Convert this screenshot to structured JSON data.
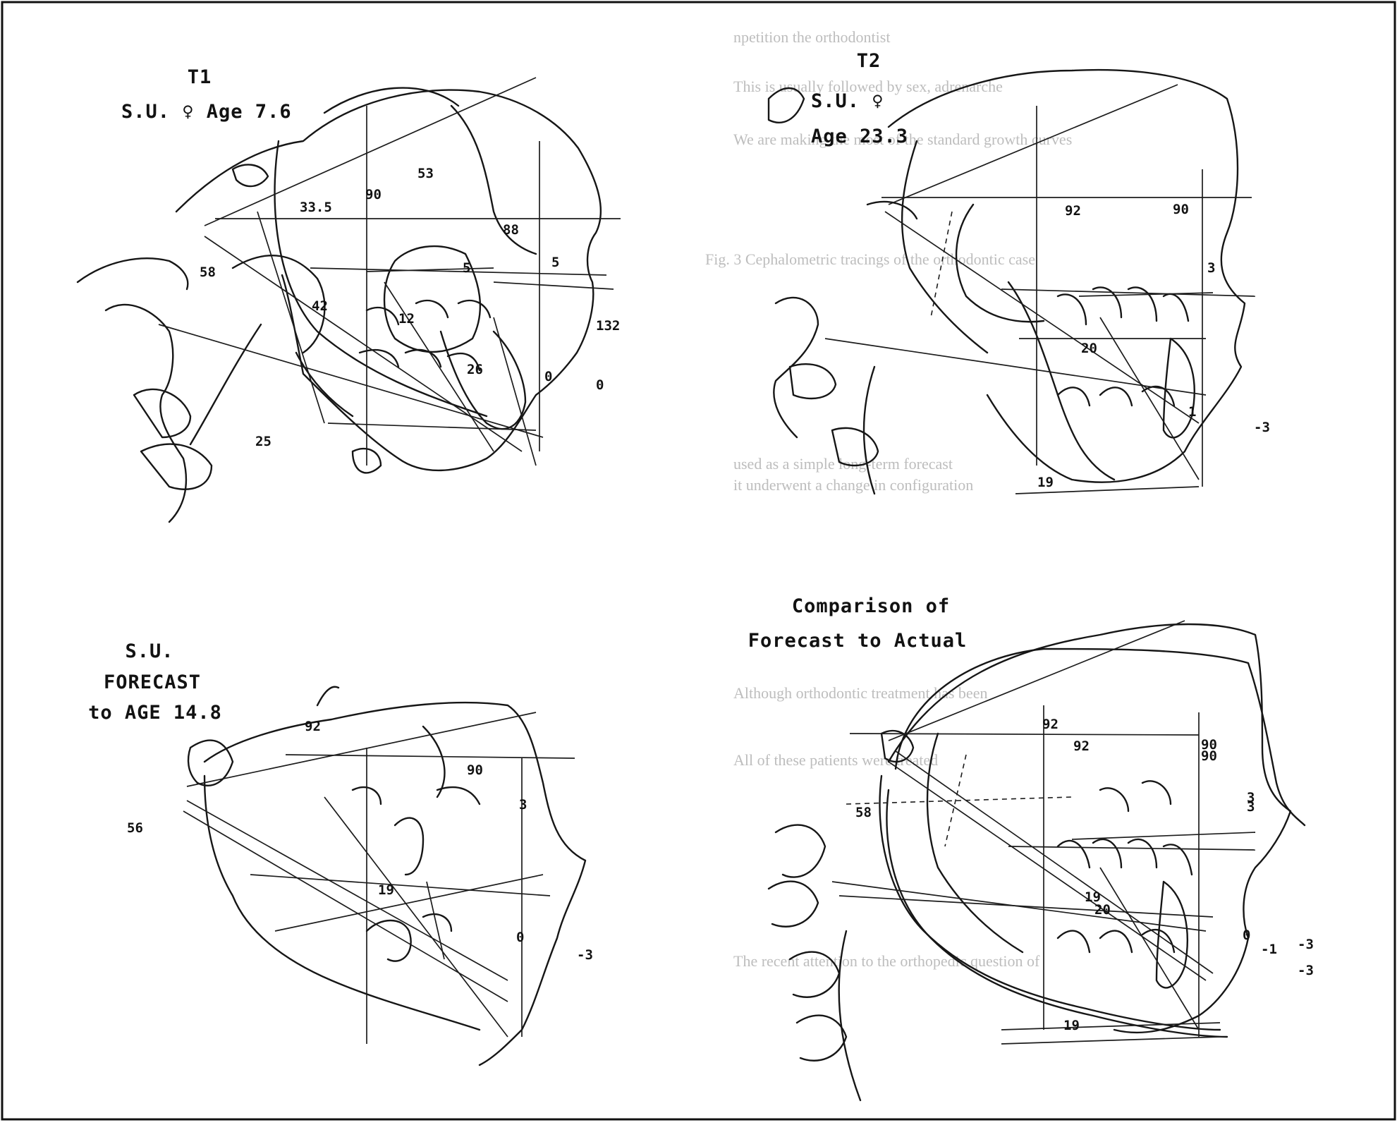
{
  "panels": [
    {
      "key": "t1",
      "title_lines": [
        "T1",
        "S.U. ♀ Age 7.6"
      ],
      "labels": [
        "33.5",
        "90",
        "53",
        "88",
        "58",
        "42",
        "12",
        "5",
        "5",
        "132",
        "26",
        "0",
        "0",
        "25"
      ]
    },
    {
      "key": "t2",
      "title_lines": [
        "T2",
        "S.U. ♀",
        "Age 23.3"
      ],
      "labels": [
        "92",
        "90",
        "3",
        "20",
        "1",
        "-3",
        "19"
      ]
    },
    {
      "key": "forecast",
      "title_lines": [
        "S.U.",
        "FORECAST",
        "to AGE 14.8"
      ],
      "labels": [
        "92",
        "90",
        "56",
        "3",
        "19",
        "0",
        "-3"
      ]
    },
    {
      "key": "comparison",
      "title_lines": [
        "Comparison of",
        "Forecast to Actual"
      ],
      "labels": [
        "92",
        "92",
        "90",
        "90",
        "58",
        "3",
        "3",
        "19",
        "20",
        "0",
        "-1",
        "-3",
        "-3",
        "19"
      ]
    }
  ],
  "background_text": {
    "fragments": [
      "npetition the orthodontist",
      "This is usually followed by sex, adrenarche",
      "We are making the most of the standard growth curves",
      "Fig. 3 Cephalometric tracings of the orthodontic case",
      "used as a simple long-term forecast",
      "it underwent a change in configuration",
      "Although orthodontic treatment has been",
      "All of these patients were treated",
      "The recent attention to the orthopedic question of"
    ]
  }
}
